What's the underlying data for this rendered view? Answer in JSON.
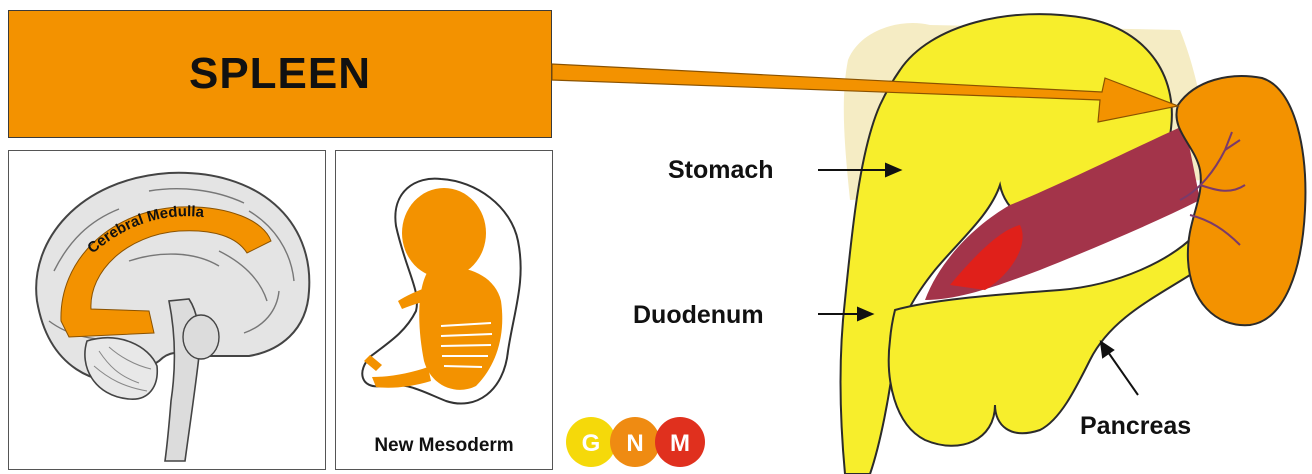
{
  "title": "SPLEEN",
  "panels": {
    "brain": {
      "label": "Cerebral Medulla"
    },
    "embryo": {
      "caption": "New Mesoderm"
    }
  },
  "logo": {
    "letters": [
      "G",
      "N",
      "M"
    ]
  },
  "anatomy": {
    "labels": {
      "stomach": "Stomach",
      "duodenum": "Duodenum",
      "pancreas": "Pancreas"
    }
  },
  "colors": {
    "accent_orange": "#f39200",
    "organ_yellow": "#f7ee2c",
    "logo_yellow": "#f5d90a",
    "logo_orange": "#ef8b12",
    "logo_red": "#e0301e"
  }
}
